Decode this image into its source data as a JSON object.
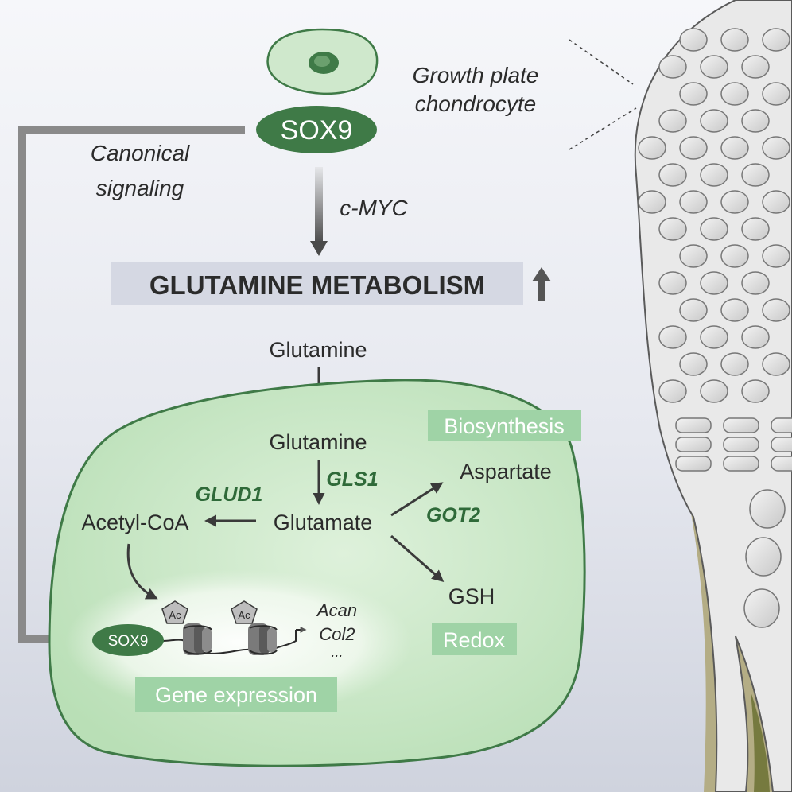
{
  "cell_label": {
    "line1": "Growth plate",
    "line2": "chondrocyte"
  },
  "sox9_top": "SOX9",
  "sox9_nucleus": "SOX9",
  "canonical": {
    "line1": "Canonical",
    "line2": "signaling"
  },
  "cmyc": "c-MYC",
  "title": "GLUTAMINE METABOLISM",
  "metabolites": {
    "glutamine_outside": "Glutamine",
    "glutamine_inside": "Glutamine",
    "glutamate": "Glutamate",
    "acetyl_coa": "Acetyl-CoA",
    "aspartate": "Aspartate",
    "gsh": "GSH"
  },
  "enzymes": {
    "gls1": "GLS1",
    "glud1": "GLUD1",
    "got2": "GOT2"
  },
  "boxes": {
    "biosynthesis": "Biosynthesis",
    "redox": "Redox",
    "gene_expression": "Gene expression"
  },
  "acetyl_mark": "Ac",
  "genes": {
    "g1": "Acan",
    "g2": "Col2",
    "g3": "..."
  },
  "colors": {
    "sox9_fill": "#3f7a47",
    "cell_fill": "#cfe8cc",
    "cell_stroke": "#3f7a47",
    "box_fill": "#9fd3a6",
    "title_band": "#d5d8e3",
    "enzyme_text": "#2f6a39",
    "bone_fill": "#e9e9e9",
    "chondro_fill": "#d9d9d9",
    "olive": "#b4ad85",
    "dark_red": "#7e1b1b"
  }
}
